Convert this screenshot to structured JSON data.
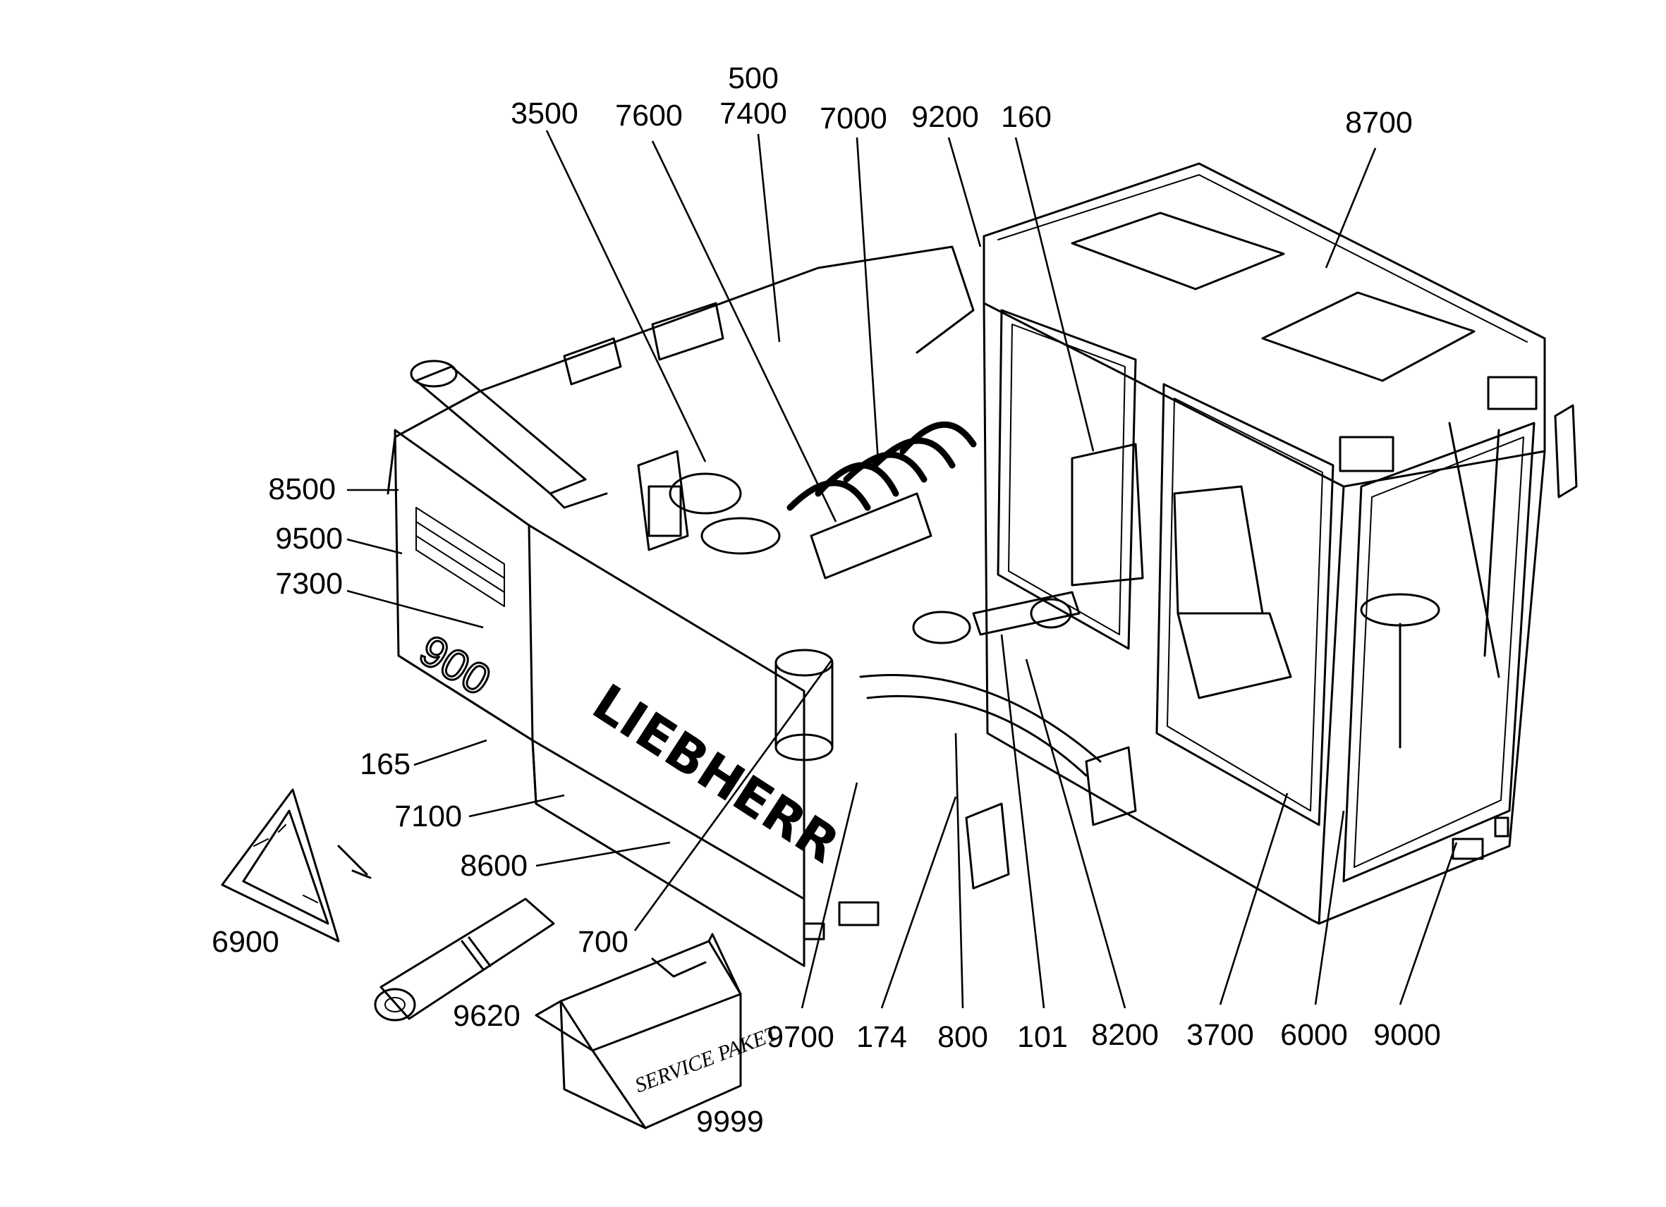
{
  "figure": {
    "callouts": [
      "500",
      "7400",
      "3500",
      "7600",
      "7000",
      "9200",
      "160",
      "8700",
      "8500",
      "9500",
      "7300",
      "165",
      "7100",
      "8600",
      "6900",
      "9620",
      "700",
      "9700",
      "174",
      "800",
      "101",
      "8200",
      "3700",
      "6000",
      "9000",
      "9999"
    ],
    "brand_marking": "LIEBHERR",
    "model_marking": "900",
    "box_marking": "SERVICE PAKET"
  }
}
